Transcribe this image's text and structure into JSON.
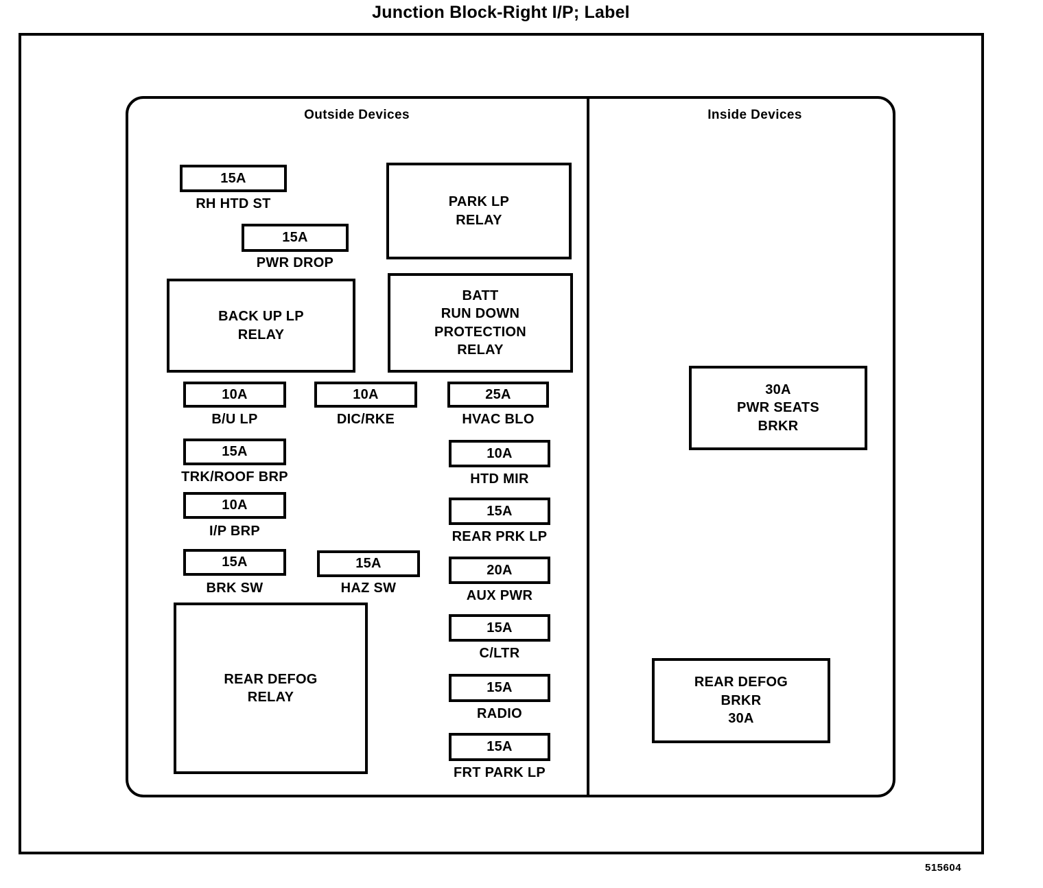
{
  "title": "Junction Block-Right I/P; Label",
  "reference_number": "515604",
  "sections": {
    "outside": {
      "heading": "Outside  Devices"
    },
    "inside": {
      "heading": "Inside  Devices"
    }
  },
  "outside_devices": {
    "fuses": [
      {
        "id": "rh-htd-st",
        "rating": "15A",
        "caption": "RH HTD ST"
      },
      {
        "id": "pwr-drop",
        "rating": "15A",
        "caption": "PWR DROP"
      },
      {
        "id": "bu-lp",
        "rating": "10A",
        "caption": "B/U LP"
      },
      {
        "id": "dic-rke",
        "rating": "10A",
        "caption": "DIC/RKE"
      },
      {
        "id": "hvac-blo",
        "rating": "25A",
        "caption": "HVAC BLO"
      },
      {
        "id": "trk-roof-brp",
        "rating": "15A",
        "caption": "TRK/ROOF BRP"
      },
      {
        "id": "htd-mir",
        "rating": "10A",
        "caption": "HTD MIR"
      },
      {
        "id": "ip-brp",
        "rating": "10A",
        "caption": "I/P BRP"
      },
      {
        "id": "rear-prk-lp",
        "rating": "15A",
        "caption": "REAR PRK LP"
      },
      {
        "id": "brk-sw",
        "rating": "15A",
        "caption": "BRK SW"
      },
      {
        "id": "haz-sw",
        "rating": "15A",
        "caption": "HAZ SW"
      },
      {
        "id": "aux-pwr",
        "rating": "20A",
        "caption": "AUX PWR"
      },
      {
        "id": "c-ltr",
        "rating": "15A",
        "caption": "C/LTR"
      },
      {
        "id": "radio",
        "rating": "15A",
        "caption": "RADIO"
      },
      {
        "id": "frt-park-lp",
        "rating": "15A",
        "caption": "FRT PARK LP"
      }
    ],
    "relays": [
      {
        "id": "park-lp-relay",
        "lines": [
          "PARK LP",
          "RELAY"
        ]
      },
      {
        "id": "back-up-lp-relay",
        "lines": [
          "BACK UP LP",
          "RELAY"
        ]
      },
      {
        "id": "batt-run-down-protection-relay",
        "lines": [
          "BATT",
          "RUN DOWN",
          "PROTECTION",
          "RELAY"
        ]
      },
      {
        "id": "rear-defog-relay",
        "lines": [
          "REAR DEFOG",
          "RELAY"
        ]
      }
    ]
  },
  "inside_devices": {
    "breakers": [
      {
        "id": "pwr-seats-brkr",
        "lines": [
          "30A",
          "PWR SEATS",
          "BRKR"
        ]
      },
      {
        "id": "rear-defog-brkr",
        "lines": [
          "REAR DEFOG",
          "BRKR",
          "30A"
        ]
      }
    ]
  }
}
